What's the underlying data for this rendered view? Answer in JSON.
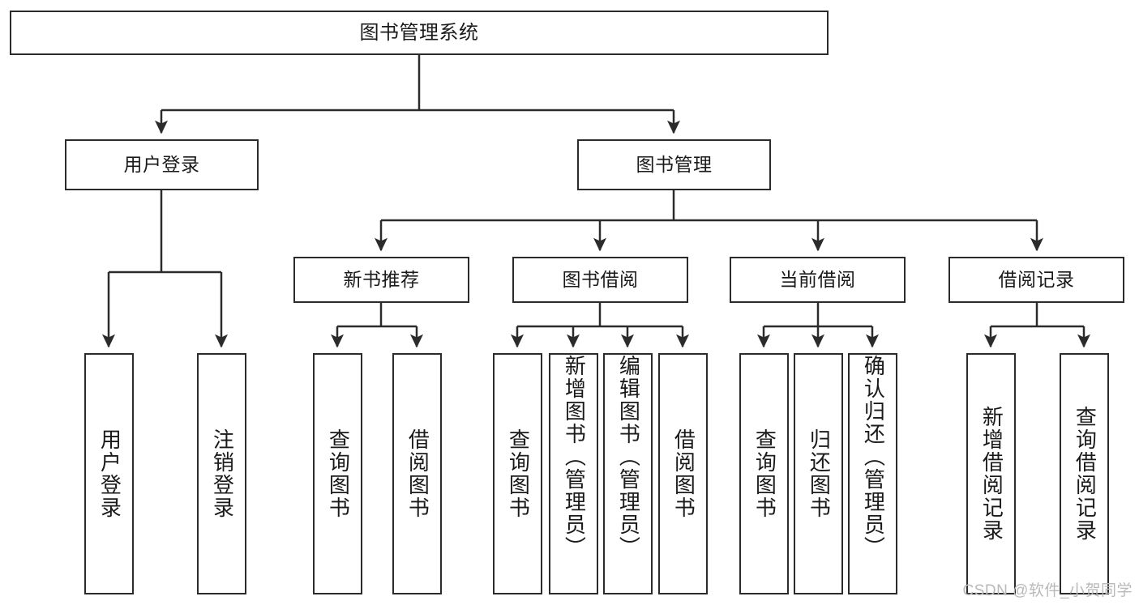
{
  "diagram": {
    "title": "图书管理系统",
    "watermark": "CSDN @软件_小贺同学",
    "levels": {
      "root": "图书管理系统",
      "level2": [
        "用户登录",
        "图书管理"
      ],
      "level3": [
        "新书推荐",
        "图书借阅",
        "当前借阅",
        "借阅记录"
      ]
    },
    "nodes": {
      "root": {
        "label": "图书管理系统"
      },
      "user_login": {
        "label": "用户登录"
      },
      "book_manage": {
        "label": "图书管理"
      },
      "new_book_rec": {
        "label": "新书推荐"
      },
      "book_borrow": {
        "label": "图书借阅"
      },
      "current_borrow": {
        "label": "当前借阅"
      },
      "borrow_record": {
        "label": "借阅记录"
      },
      "leaf_user_login": {
        "label": "用户登录"
      },
      "leaf_logout": {
        "label": "注销登录"
      },
      "leaf_query_book_1": {
        "label": "查询图书"
      },
      "leaf_borrow_book_1": {
        "label": "借阅图书"
      },
      "leaf_query_book_2": {
        "label": "查询图书"
      },
      "leaf_add_book_admin": {
        "label": "新增图书（管理员）"
      },
      "leaf_edit_book_admin": {
        "label": "编辑图书（管理员）"
      },
      "leaf_borrow_book_2": {
        "label": "借阅图书"
      },
      "leaf_query_book_3": {
        "label": "查询图书"
      },
      "leaf_return_book": {
        "label": "归还图书"
      },
      "leaf_confirm_return_admin": {
        "label": "确认归还（管理员）"
      },
      "leaf_add_record": {
        "label": "新增借阅记录"
      },
      "leaf_query_record": {
        "label": "查询借阅记录"
      }
    },
    "colors": {
      "stroke": "#2b2b2b",
      "fill": "#ffffff",
      "text": "#1a1a1a",
      "watermark": "#b9b9b9"
    }
  }
}
